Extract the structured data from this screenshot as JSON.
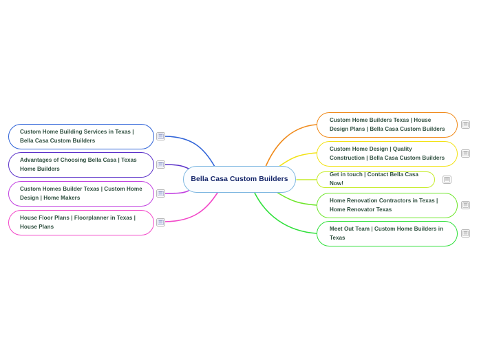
{
  "document": {
    "title": "Bella Casa Custom Builders",
    "type": "mind-map",
    "background_color": "#ffffff"
  },
  "center": {
    "label": "Bella Casa Custom Builders",
    "border_color": "#7cb6e0",
    "text_color": "#17286b",
    "fill_color": "#fbfdff"
  },
  "badge": {
    "icon_name": "page-window-icon",
    "border_color": "#b9b9b9"
  },
  "branches": {
    "left": [
      {
        "label": "Custom Home Building Services in Texas | Bella Casa Custom Builders",
        "color": "#2f63d8",
        "badge_icon": "page-window-icon"
      },
      {
        "label": "Advantages of Choosing Bella Casa | Texas Home Builders",
        "color": "#5b31c9",
        "badge_icon": "page-window-icon"
      },
      {
        "label": "Custom Homes Builder Texas | Custom Home Design | Home Makers",
        "color": "#c13fe0",
        "badge_icon": "page-window-icon"
      },
      {
        "label": "House Floor Plans | Floorplanner in Texas | House Plans",
        "color": "#f246c8",
        "badge_icon": "page-window-icon"
      }
    ],
    "right": [
      {
        "label": "Custom Home Builders Texas | House Design Plans | Bella Casa Custom Builders",
        "color": "#f08a1a",
        "badge_icon": "page-window-icon"
      },
      {
        "label": "Custom Home Design | Quality Construction | Bella Casa Custom Builders",
        "color": "#f2e215",
        "badge_icon": "page-window-icon"
      },
      {
        "label": "Get in touch | Contact Bella Casa Now!",
        "color": "#c6ec28",
        "badge_icon": "page-window-icon"
      },
      {
        "label": "Home Renovation Contractors in Texas | Home Renovator Texas",
        "color": "#6ee62a",
        "badge_icon": "page-window-icon"
      },
      {
        "label": "Meet Out Team | Custom Home Builders in Texas",
        "color": "#2fe03a",
        "badge_icon": "page-window-icon"
      }
    ]
  }
}
